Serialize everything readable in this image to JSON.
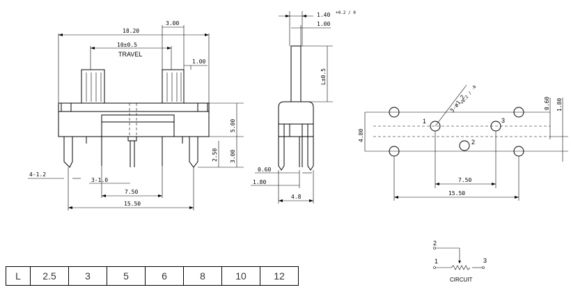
{
  "front_view": {
    "overall_length": "18.20",
    "knob_width": "3.00",
    "travel_value": "10±0.5",
    "travel_label": "TRAVEL",
    "knob_side_gap": "1.00",
    "body_height": "5.00",
    "pin_length": "3.00",
    "pin_offset": "2.50",
    "mount_tab": "4-1.2",
    "pin_width": "3-1.0",
    "pin_pitch_total": "7.50",
    "tab_span": "15.50"
  },
  "side_view": {
    "knob_thickness": "1.40",
    "knob_tolerance": "+0.2 / 0",
    "knob_inner": "1.00",
    "knob_length": "L±0.5",
    "pin_thickness": "0.60",
    "pin_depth": "1.80",
    "body_depth": "4.8"
  },
  "pcb_layout": {
    "hole_spec": "3-ø1.2",
    "hole_tolerance": "+0.2 / -0",
    "row_offset_a": "0.60",
    "row_offset_b": "1.80",
    "row_spacing": "4.80",
    "pin_spacing": "7.50",
    "mount_spacing": "15.50",
    "pin_labels": [
      "1",
      "2",
      "3"
    ]
  },
  "circuit": {
    "title": "CIRCUIT",
    "pins": [
      "1",
      "2",
      "3"
    ]
  },
  "length_table": {
    "header": "L",
    "values": [
      "2.5",
      "3",
      "5",
      "6",
      "8",
      "10",
      "12"
    ]
  }
}
